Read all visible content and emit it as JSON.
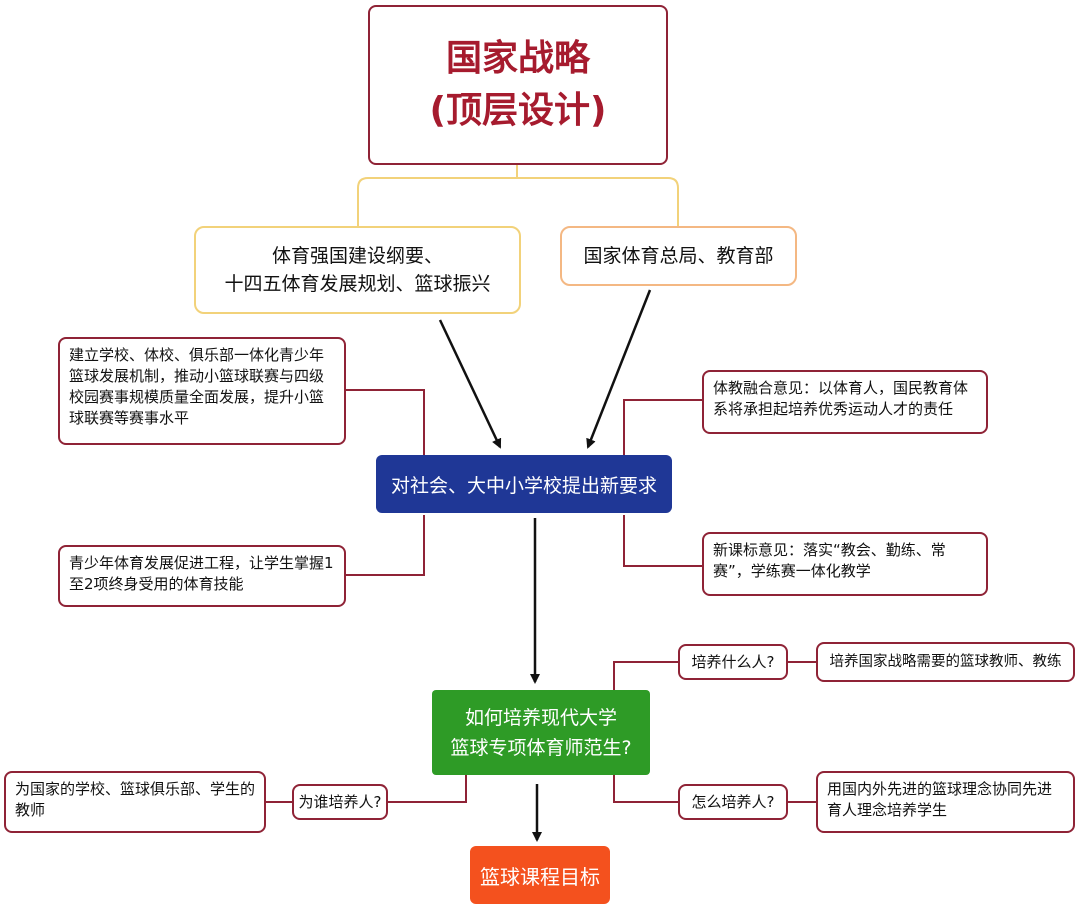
{
  "top": {
    "line1": "国家战略",
    "line2": "(顶层设计)"
  },
  "level1": {
    "left": {
      "line1": "体育强国建设纲要、",
      "line2": "十四五体育发展规划、篮球振兴"
    },
    "right": "国家体育总局、教育部"
  },
  "center_node": "对社会、大中小学校提出新要求",
  "side_notes": {
    "top_left": "建立学校、体校、俱乐部一体化青少年篮球发展机制，推动小篮球联赛与四级校园赛事规模质量全面发展，提升小篮球联赛等赛事水平",
    "bottom_left": "青少年体育发展促进工程，让学生掌握1至2项终身受用的体育技能",
    "top_right": "体教融合意见：以体育人，国民教育体系将承担起培养优秀运动人才的责任",
    "bottom_right": "新课标意见：落实“教会、勤练、常赛”，学练赛一体化教学"
  },
  "green_node": {
    "line1": "如何培养现代大学",
    "line2": "篮球专项体育师范生?"
  },
  "questions": {
    "what": {
      "q": "培养什么人?",
      "a": "培养国家战略需要的篮球教师、教练"
    },
    "how": {
      "q": "怎么培养人?",
      "a": "用国内外先进的篮球理念协同先进育人理念培养学生"
    },
    "who": {
      "q": "为谁培养人?",
      "a": "为国家的学校、篮球俱乐部、学生的教师"
    }
  },
  "goal": "篮球课程目标",
  "colors": {
    "dark_red": "#8f2336",
    "yellow": "#f2d27a",
    "navy": "#1f3796",
    "green": "#2e9b26",
    "orange_red": "#f4511e"
  }
}
